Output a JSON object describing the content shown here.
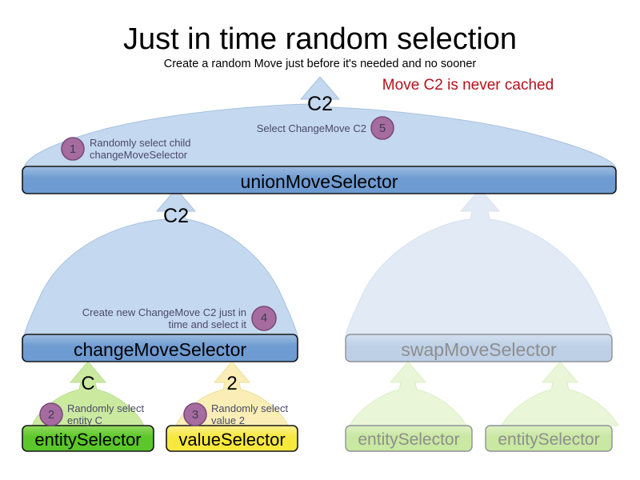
{
  "header": {
    "title": "Just in time random selection",
    "subtitle": "Create a random Move just before it's needed and no sooner",
    "warning": "Move C2 is never cached",
    "warning_color": "#b3121b"
  },
  "palette": {
    "balloon_blue_fill": "#c4d8ef",
    "balloon_blue_stroke": "#a8c2e0",
    "balloon_blue_faded_fill": "#e2eaf6",
    "node_blue_fill": "#6e9bd1",
    "node_blue_stroke": "#15171a",
    "node_blue_faded_fill": "#bdd0e6",
    "node_blue_faded_stroke": "#8e9196",
    "balloon_green_fill": "#cbeaa0",
    "balloon_green_stroke": "#b9dd8d",
    "balloon_green_faded_fill": "#e9f6d8",
    "node_green_fill": "#5cc72a",
    "node_green_faded_fill": "#c9e8a2",
    "balloon_yellow_fill": "#faeeb6",
    "balloon_yellow_stroke": "#eddf9b",
    "node_yellow_fill": "#f7e83e",
    "badge_fill": "#a66ca0",
    "badge_stroke": "#7a4c78",
    "badge_text": "#3f3a52",
    "annot_text": "#4b4a6b",
    "faded_text": "#8e8e8e"
  },
  "nodes": {
    "union": {
      "label": "unionMoveSelector"
    },
    "change": {
      "label": "changeMoveSelector"
    },
    "swap": {
      "label": "swapMoveSelector"
    },
    "entity_c": {
      "label": "entitySelector"
    },
    "value_2": {
      "label": "valueSelector"
    },
    "swap_entity_a": {
      "label": "entitySelector"
    },
    "swap_entity_b": {
      "label": "entitySelector"
    }
  },
  "flows": {
    "union_out": "C2",
    "change_to_union": "C2",
    "entity_out": "C",
    "value_out": "2"
  },
  "steps": [
    {
      "number": "1",
      "text": "Randomly select child\nchangeMoveSelector",
      "align": "left"
    },
    {
      "number": "5",
      "text": "Select ChangeMove C2",
      "align": "right"
    },
    {
      "number": "4",
      "text": "Create new ChangeMove C2\njust in time and select it",
      "align": "right"
    },
    {
      "number": "2",
      "text": "Randomly\nselect entity C",
      "align": "left"
    },
    {
      "number": "3",
      "text": "Randomly\nselect value 2",
      "align": "left"
    }
  ]
}
